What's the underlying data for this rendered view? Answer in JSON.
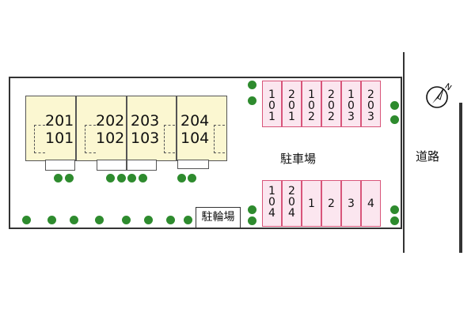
{
  "road": {
    "label": "道路"
  },
  "parking": {
    "label": "駐車場",
    "top_row": [
      "1\n0\n1",
      "2\n0\n1",
      "1\n0\n2",
      "2\n0\n2",
      "1\n0\n3",
      "2\n0\n3"
    ],
    "bottom_row": [
      "1\n0\n4",
      "2\n0\n4",
      "1",
      "2",
      "3",
      "4"
    ]
  },
  "bike_parking": {
    "label": "駐輪場"
  },
  "building": {
    "units": [
      {
        "upper": "201",
        "lower": "101"
      },
      {
        "upper": "202",
        "lower": "102"
      },
      {
        "upper": "203",
        "lower": "103"
      },
      {
        "upper": "204",
        "lower": "104"
      }
    ]
  },
  "compass": {
    "label": "N"
  },
  "colors": {
    "building_fill": "#fbf7d1",
    "stall_fill": "#fbe6ef",
    "stall_border": "#d8557a",
    "shrub": "#2e8b2e"
  }
}
